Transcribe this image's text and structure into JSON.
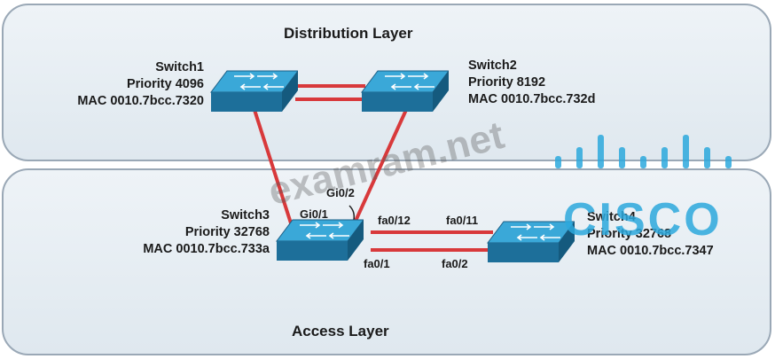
{
  "layers": {
    "distribution": "Distribution Layer",
    "access": "Access Layer"
  },
  "switches": {
    "switch1": {
      "name": "Switch1",
      "priority": "Priority 4096",
      "mac": "MAC 0010.7bcc.7320"
    },
    "switch2": {
      "name": "Switch2",
      "priority": "Priority 8192",
      "mac": "MAC 0010.7bcc.732d"
    },
    "switch3": {
      "name": "Switch3",
      "priority": "Priority 32768",
      "mac": "MAC 0010.7bcc.733a"
    },
    "switch4": {
      "name": "Switch4",
      "priority": "Priority 32768",
      "mac": "MAC 0010.7bcc.7347"
    }
  },
  "ports": {
    "gi0_2": "Gi0/2",
    "gi0_1": "Gi0/1",
    "fa0_12": "fa0/12",
    "fa0_11": "fa0/11",
    "fa0_1": "fa0/1",
    "fa0_2": "fa0/2"
  },
  "watermark": "examram.net",
  "logo": "CISCO",
  "colors": {
    "link": "#d8393b",
    "switch_top": "#3aa8d8",
    "switch_side": "#1d6f9a",
    "logo": "#2da9dd"
  }
}
